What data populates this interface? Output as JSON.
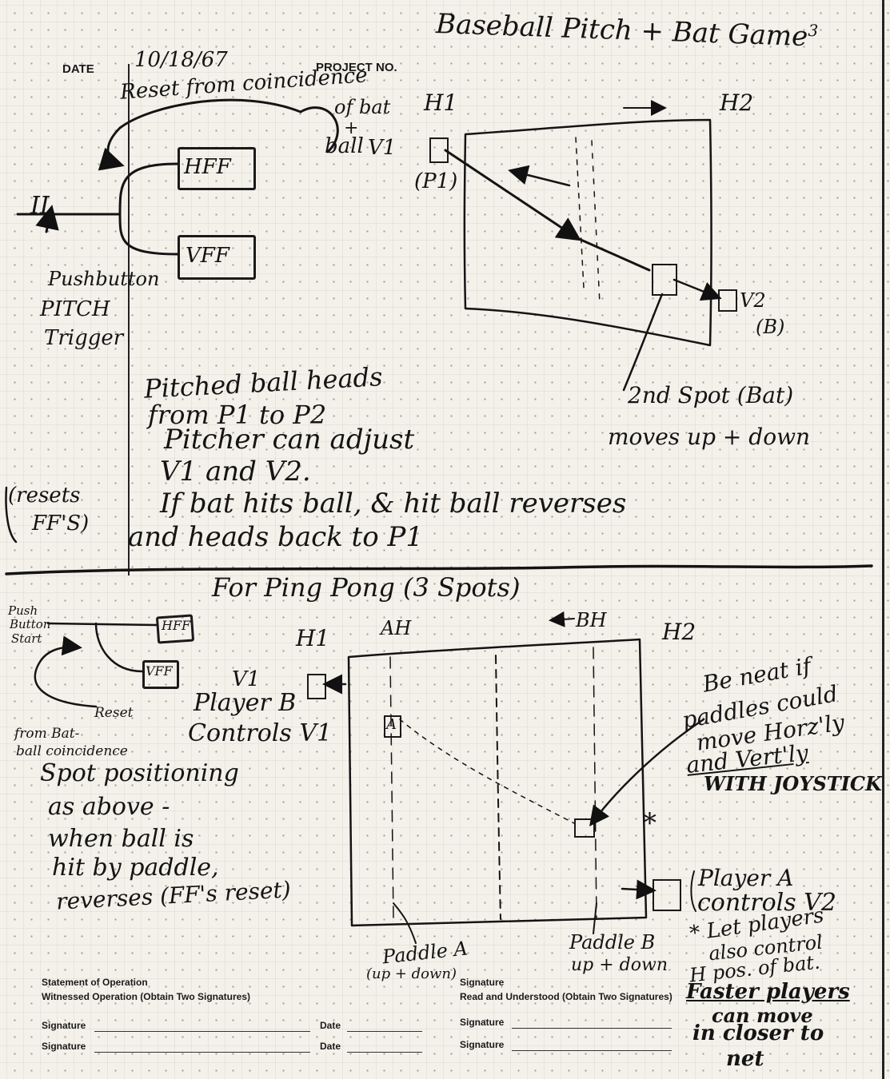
{
  "form": {
    "date_label": "DATE",
    "date_value": "10/18/67",
    "project_label": "PROJECT NO.",
    "statement": "Statement of Operation",
    "witnessed": "Witnessed Operation (Obtain Two Signatures)",
    "signature": "Signature",
    "date": "Date",
    "read_understood": "Read and Understood (Obtain Two Signatures)"
  },
  "title": "Baseball Pitch + Bat Game",
  "title_mark": "3",
  "baseball": {
    "reset_note": [
      "Reset from coincidence",
      "of bat",
      "+",
      "ball"
    ],
    "hff": "HFF",
    "vff": "VFF",
    "input_label": "II",
    "pushbutton": [
      "Pushbutton",
      "PITCH",
      "Trigger"
    ],
    "resets": [
      "(resets",
      "FF'S)"
    ],
    "h1": "H1",
    "h2": "H2",
    "v1": "V1",
    "p1": "(P1)",
    "v2": "V2",
    "b": "(B)",
    "second_spot": [
      "2nd Spot (Bat)",
      "moves up + down"
    ],
    "notes": [
      "Pitched ball heads",
      "from P1 to P2",
      "Pitcher can adjust",
      "V1 and V2.",
      "If bat hits ball, & hit ball reverses",
      "and heads back to P1"
    ]
  },
  "pingpong": {
    "title": "For Ping Pong (3 Spots)",
    "push_start": [
      "Push",
      "Button",
      "Start"
    ],
    "hff": "HFF",
    "vff": "VFF",
    "reset": [
      "Reset",
      "from Bat-",
      "ball coincidence"
    ],
    "h1": "H1",
    "ah": "AH",
    "bh": "BH",
    "h2": "H2",
    "v1": "V1",
    "a_mark": "A",
    "player_b": [
      "Player B",
      "Controls V1"
    ],
    "spot_notes": [
      "Spot positioning",
      "as above -",
      "when ball is",
      "hit by paddle,",
      "reverses (FF's reset)"
    ],
    "paddle_a": [
      "Paddle A",
      "(up + down)"
    ],
    "paddle_b": [
      "Paddle B",
      "up + down"
    ],
    "player_a": [
      "Player A",
      "controls V2"
    ],
    "neat": [
      "Be neat if",
      "paddles could",
      "move Horz'ly",
      "and Vert'ly",
      "WITH JOYSTICK"
    ],
    "star": "*",
    "let_players": [
      "* Let players",
      "also control",
      "H pos. of bat.",
      "Faster players",
      "can move",
      "in closer to",
      "net"
    ]
  }
}
